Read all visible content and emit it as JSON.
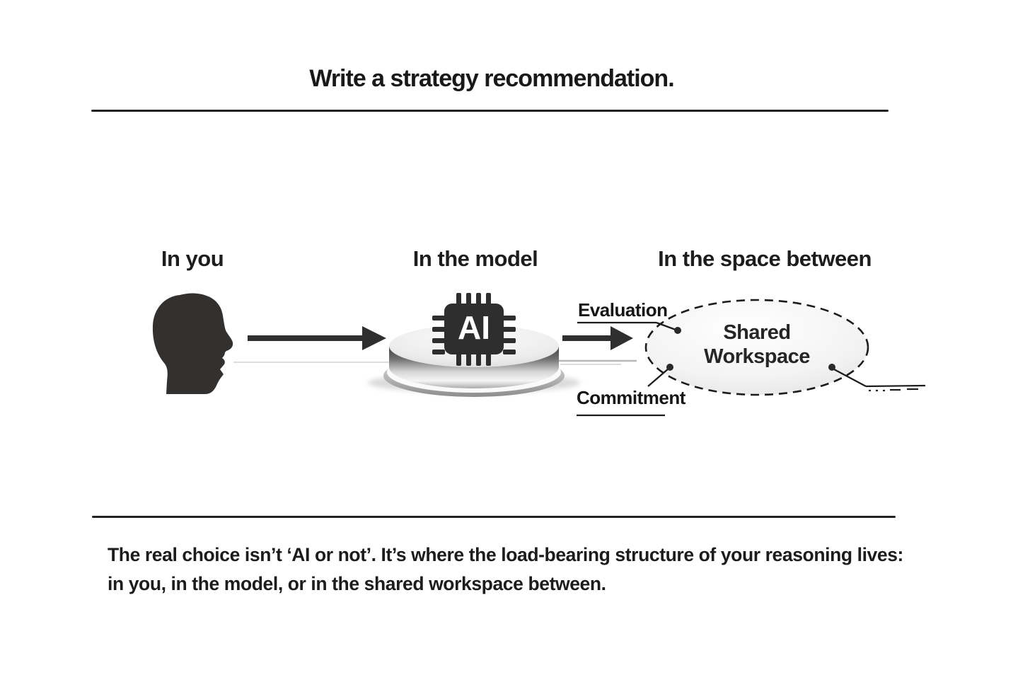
{
  "header": {
    "title": "Write a strategy recommendation."
  },
  "columns": [
    {
      "label": "In you"
    },
    {
      "label": "In the model"
    },
    {
      "label": "In the space between"
    }
  ],
  "diagram": {
    "head_icon": "human-head-silhouette",
    "arrow_icon": "arrow-right",
    "chip": {
      "label": "AI"
    },
    "workspace": {
      "line1": "Shared",
      "line2": "Workspace"
    },
    "callout_top": {
      "label": "Evaluation"
    },
    "callout_bottom": {
      "label": "Commitment"
    }
  },
  "caption": {
    "line1": "The real choice isn’t ‘AI or not’. It’s where the load-bearing structure of your reasoning lives:",
    "line2": "in you, in the model, or in the shared workspace between."
  },
  "colors": {
    "ink": "#1f1f1f",
    "silhouette": "#333130",
    "chip_body": "#2e2e2e",
    "disc_dark": "#3f3f3f",
    "disc_light": "#f5f5f5",
    "ellipse_fill": "#f3f3f3",
    "background": "#ffffff"
  }
}
